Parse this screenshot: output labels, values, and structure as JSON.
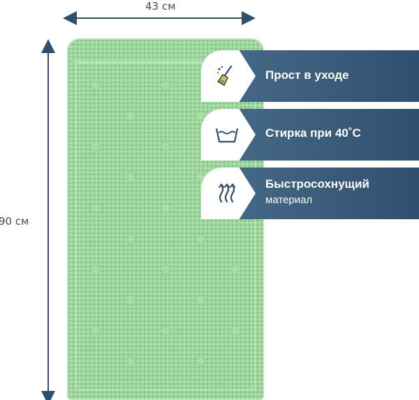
{
  "dimensions": {
    "width_label": "43 см",
    "height_label": "90 см"
  },
  "features": [
    {
      "icon": "broom-cleaning-icon",
      "title": "Прост в уходе"
    },
    {
      "icon": "wash-40-icon",
      "title": "Стирка при 40˚C"
    },
    {
      "icon": "heat-waves-icon",
      "title": "Быстросохнущий",
      "subtitle": "материал"
    }
  ],
  "colors": {
    "mat": "#9ed89e",
    "badge": "#3b5a78",
    "dimension_lines": "#2e4f6d"
  }
}
